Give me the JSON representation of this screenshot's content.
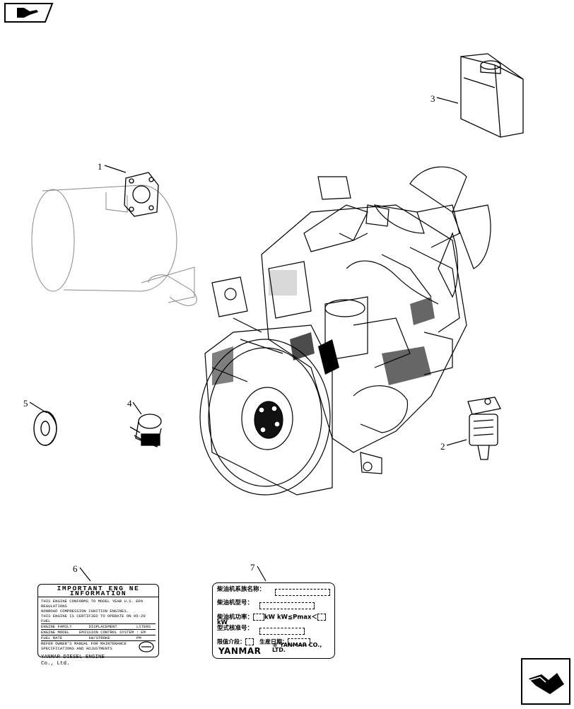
{
  "navigation": {
    "back_icon": "back-arrow-icon",
    "forward_icon": "forward-arrow-icon"
  },
  "callouts": [
    "1",
    "2",
    "3",
    "4",
    "5",
    "6",
    "7"
  ],
  "label6": {
    "title": "IMPORTANT ENG NE INFORMATION",
    "lines": [
      "THIS ENGINE CONFORMS TO    MODEL YEAR U.S. EPA REGULATIONS",
      "NONROAD COMPRESSION IGNITION ENGINES.",
      "THIS ENGINE IS CERTIFIED TO OPERATE ON 95-20 FUEL"
    ],
    "rows": [
      [
        "ENGINE FAMILY",
        "DISPLACEMENT",
        "LITERS"
      ],
      [
        "ENGINE MODEL",
        "EMISSION CONTROL SYSTEM : EM"
      ],
      [
        "FUEL RATE",
        "kW/STROKE",
        "PM"
      ]
    ],
    "maintenance": "REFER OWNER'S MANUAL FOR MAINTENANCE SPECIFICATIONS AND ADJUSTMENTS",
    "maker_line1": "YANMAR DIESEL ENGINE",
    "maker_line2": "Co., Ltd."
  },
  "label7": {
    "row1": "柴油机系族名称：",
    "row2": "柴油机型号：",
    "row3_a": "柴油机功率：",
    "row3_b": "kW",
    "row3_c": "kW≦Pmax＜",
    "row3_d": "kW",
    "row4": "型式核准号：",
    "row5_a": "限值介段：",
    "row5_b": "生産日期：",
    "brand": "YANMAR",
    "maker": "YANMAR CO., LTD."
  }
}
